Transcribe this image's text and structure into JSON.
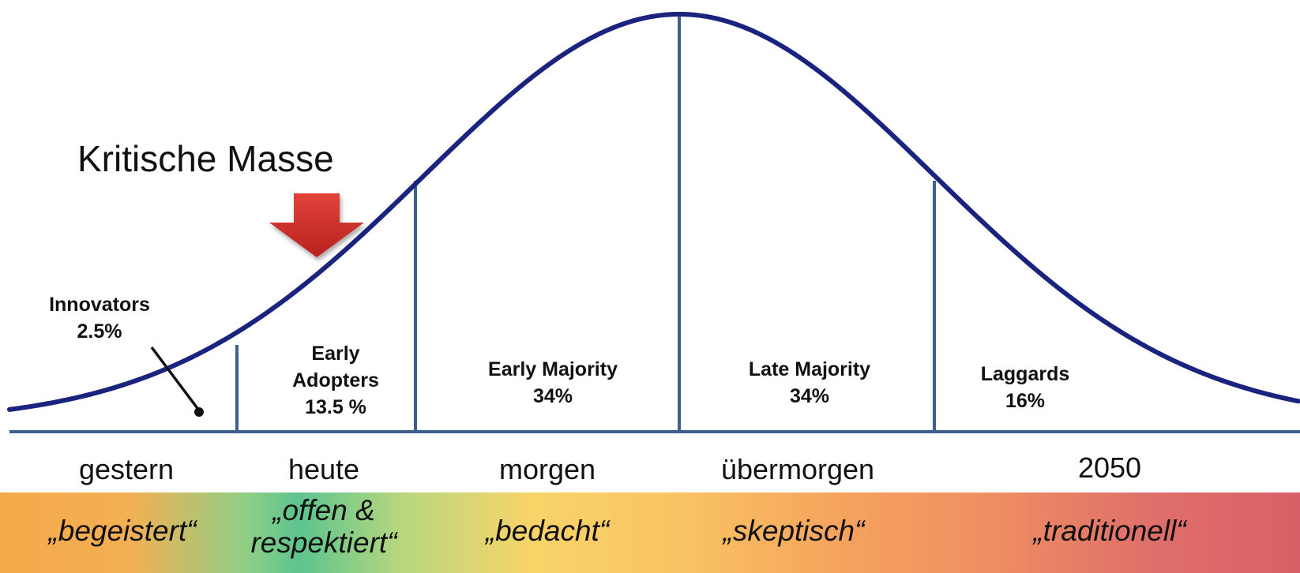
{
  "title": "Kritische Masse",
  "groups": [
    {
      "name": "Innovators",
      "share": "2.5%"
    },
    {
      "name_line1": "Early",
      "name_line2": "Adopters",
      "share": "13.5 %"
    },
    {
      "name": "Early Majority",
      "share": "34%"
    },
    {
      "name": "Late Majority",
      "share": "34%"
    },
    {
      "name": "Laggards",
      "share": "16%"
    }
  ],
  "timeline": [
    "gestern",
    "heute",
    "morgen",
    "übermorgen",
    "2050"
  ],
  "attitudes": [
    {
      "text": "„begeistert“"
    },
    {
      "line1": "„offen &",
      "line2": "respektiert“"
    },
    {
      "text": "„bedacht“"
    },
    {
      "text": "„skeptisch“"
    },
    {
      "text": "„traditionell“"
    }
  ],
  "colors": {
    "curve": "#1a237e",
    "divider": "#3f5f8f",
    "arrow": "#d0302a"
  },
  "icons": {
    "arrow": "down-arrow-icon"
  }
}
